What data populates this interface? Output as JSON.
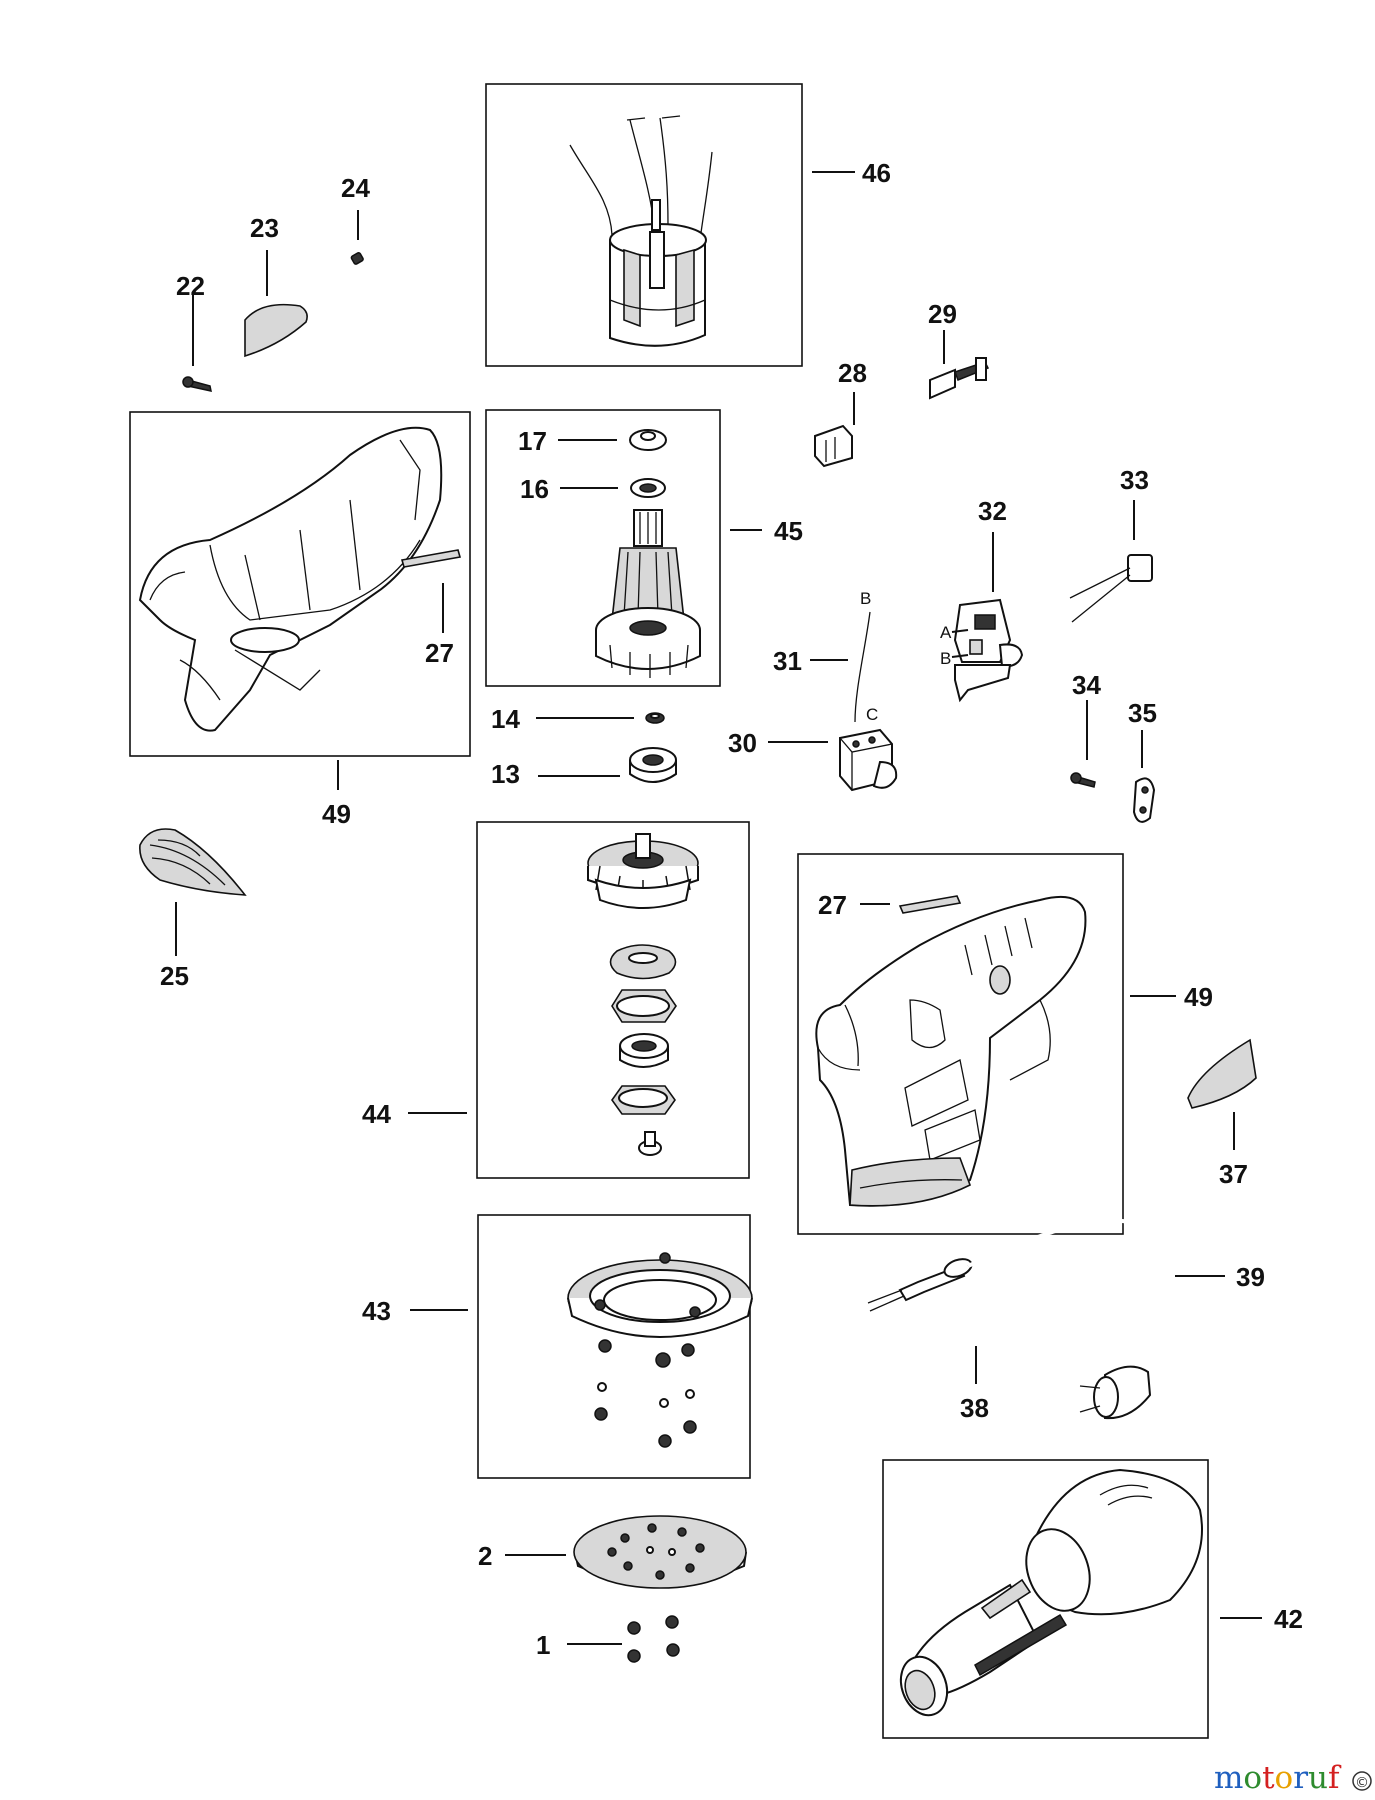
{
  "callouts": {
    "c1": "1",
    "c2": "2",
    "c13": "13",
    "c14": "14",
    "c16": "16",
    "c17": "17",
    "c22": "22",
    "c23": "23",
    "c24": "24",
    "c25": "25",
    "c27a": "27",
    "c27b": "27",
    "c28": "28",
    "c29": "29",
    "c30": "30",
    "c31": "31",
    "c32": "32",
    "c33": "33",
    "c34": "34",
    "c35": "35",
    "c37": "37",
    "c38": "38",
    "c39": "39",
    "c42": "42",
    "c43": "43",
    "c44": "44",
    "c45": "45",
    "c46": "46",
    "c49a": "49",
    "c49b": "49"
  },
  "sub_labels": {
    "b31": "B",
    "a32": "A",
    "b32": "B",
    "c30": "C"
  },
  "watermark": {
    "text": [
      "m",
      "o",
      "t",
      "o",
      "r",
      "u",
      "f"
    ],
    "colors": [
      "#1f5fbf",
      "#2e8b2e",
      "#d42020",
      "#e8a000",
      "#1f5fbf",
      "#2e8b2e",
      "#d42020"
    ],
    "symbol": "©"
  }
}
